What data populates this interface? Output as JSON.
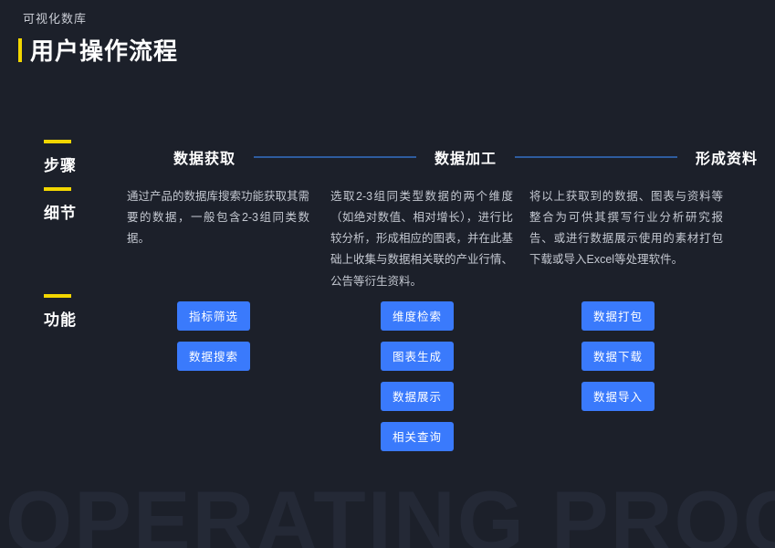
{
  "theme": {
    "background": "#1c202a",
    "accent_yellow": "#f2d600",
    "accent_blue": "#3a7afc",
    "line_blue": "#2e5c9e",
    "text_primary": "#ffffff",
    "text_secondary": "#c4c8d1",
    "watermark_color": "#242936"
  },
  "header": {
    "subtitle": "可视化数库",
    "title": "用户操作流程"
  },
  "watermark": "OPERATING PROCESS",
  "row_labels": {
    "steps": "步骤",
    "details": "细节",
    "functions": "功能"
  },
  "columns": [
    {
      "step": "数据获取",
      "detail": "通过产品的数据库搜索功能获取其需要的数据，一般包含2-3组同类数据。",
      "buttons": [
        "指标筛选",
        "数据搜索"
      ]
    },
    {
      "step": "数据加工",
      "detail": "选取2-3组同类型数据的两个维度（如绝对数值、相对增长），进行比较分析，形成相应的图表，并在此基础上收集与数据相关联的产业行情、公告等衍生资料。",
      "buttons": [
        "维度检索",
        "图表生成",
        "数据展示",
        "相关查询"
      ]
    },
    {
      "step": "形成资料",
      "detail": "将以上获取到的数据、图表与资料等整合为可供其撰写行业分析研究报告、或进行数据展示使用的素材打包下载或导入Excel等处理软件。",
      "buttons": [
        "数据打包",
        "数据下载",
        "数据导入"
      ]
    }
  ]
}
